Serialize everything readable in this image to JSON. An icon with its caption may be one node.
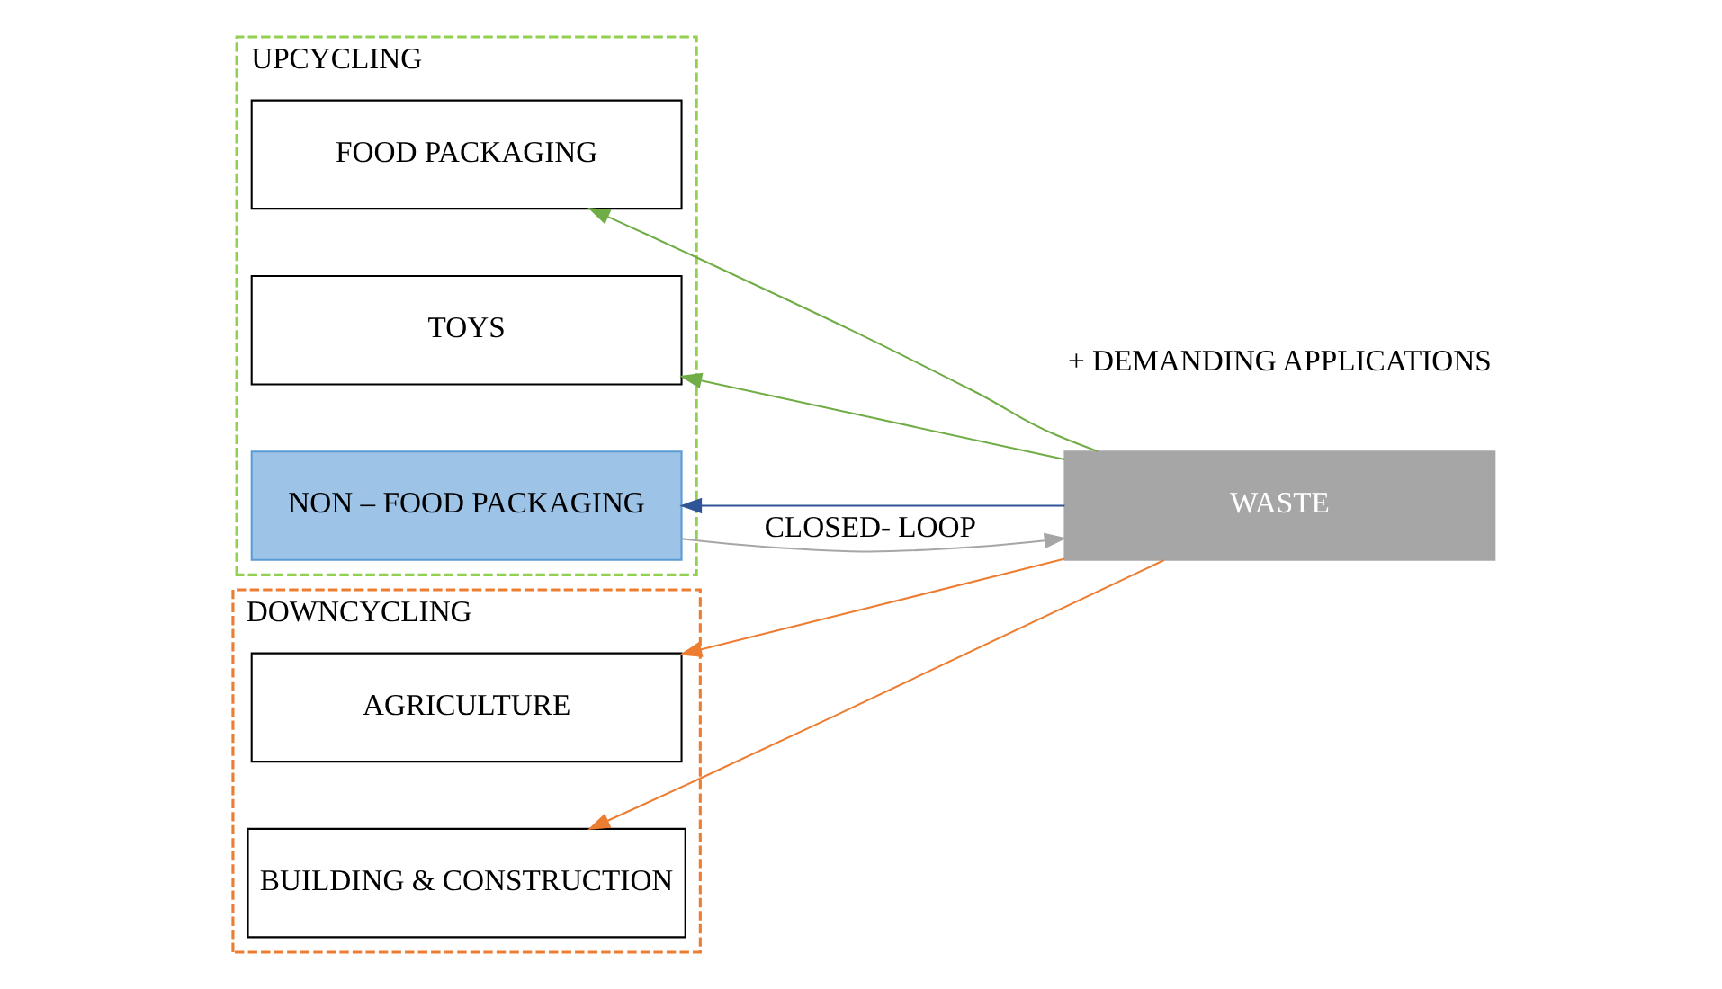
{
  "diagram": {
    "nodes": [
      {
        "text": [
          "UPCYCLING"
        ]
      },
      {
        "text": [
          "FOOD PACKAGING"
        ],
        "in": 0
      },
      {
        "text": [
          "TOYS"
        ],
        "in": 0
      },
      {
        "text": [
          "NON – FOOD PACKAGING"
        ],
        "in": 0
      },
      {
        "text": [
          "WASTE"
        ]
      },
      {
        "text": [
          "DOWNCYCLING"
        ]
      },
      {
        "text": [
          "BUILDING & CONSTRUCTION"
        ],
        "in": 5
      },
      {
        "text": [
          "AGRICULTURE"
        ],
        "in": 5
      }
    ],
    "edges": [
      {
        "from": 4,
        "to": 1,
        "arrow": "to",
        "color": "#70ad47"
      },
      {
        "from": 4,
        "to": 2,
        "arrow": "to",
        "color": "#70ad47"
      },
      {
        "from": 4,
        "to": 3,
        "arrow": "to",
        "color": "#2f5597"
      },
      {
        "from": 3,
        "to": 4,
        "arrow": "to",
        "label": "CLOSED- LOOP",
        "color": "#a6a6a6"
      },
      {
        "from": 4,
        "to": 6,
        "arrow": "to",
        "color": "#ed7d31"
      },
      {
        "from": 4,
        "to": 7,
        "arrow": "to",
        "color": "#ed7d31"
      }
    ],
    "labels": [
      "+ DEMANDING APPLICATIONS"
    ]
  }
}
